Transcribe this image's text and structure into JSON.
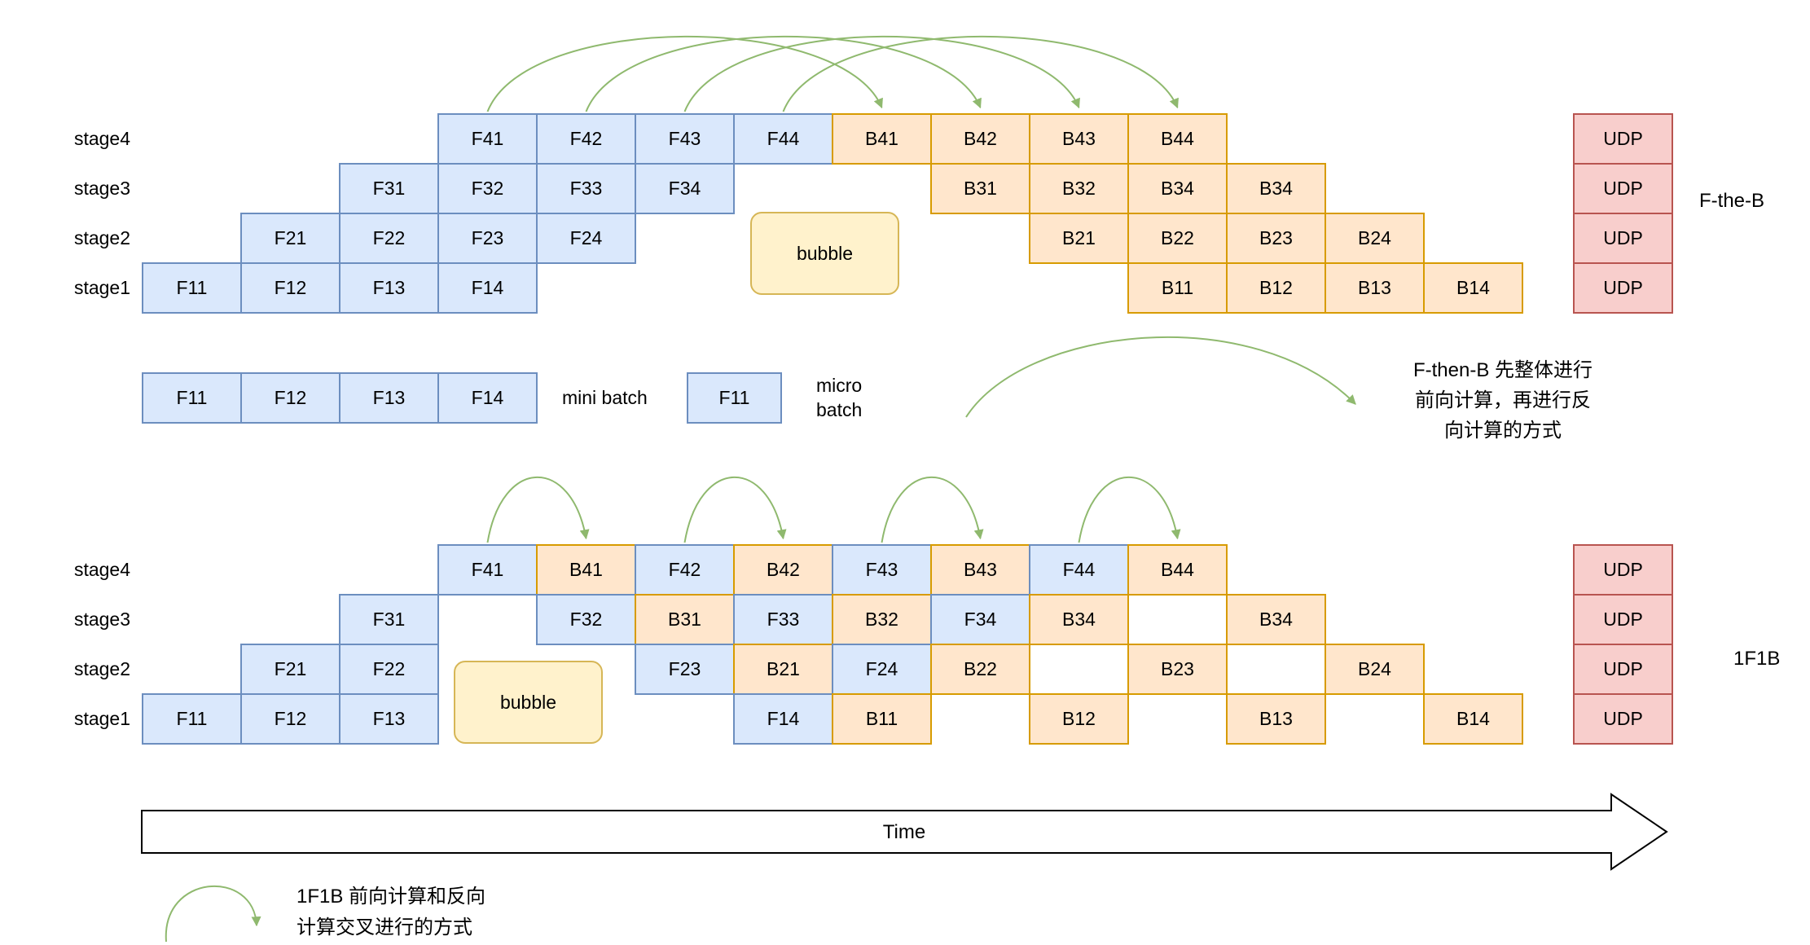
{
  "colors": {
    "forward_fill": "#dae8fc",
    "forward_stroke": "#6c8ebf",
    "backward_fill": "#ffe6cc",
    "backward_stroke": "#d79b00",
    "bubble_fill": "#fff2cc",
    "bubble_stroke": "#d6b656",
    "udp_fill": "#f8cecc",
    "udp_stroke": "#b85450",
    "arrow_green": "#8fb96e",
    "background": "#ffffff",
    "text": "#000000"
  },
  "stages": [
    "stage4",
    "stage3",
    "stage2",
    "stage1"
  ],
  "f_then_b": {
    "side_label": "F-the-B",
    "udp_label": "UDP",
    "bubble_label": "bubble",
    "cells": [
      {
        "row": 0,
        "col": 3,
        "label": "F41",
        "type": "F"
      },
      {
        "row": 0,
        "col": 4,
        "label": "F42",
        "type": "F"
      },
      {
        "row": 0,
        "col": 5,
        "label": "F43",
        "type": "F"
      },
      {
        "row": 0,
        "col": 6,
        "label": "F44",
        "type": "F"
      },
      {
        "row": 0,
        "col": 7,
        "label": "B41",
        "type": "B"
      },
      {
        "row": 0,
        "col": 8,
        "label": "B42",
        "type": "B"
      },
      {
        "row": 0,
        "col": 9,
        "label": "B43",
        "type": "B"
      },
      {
        "row": 0,
        "col": 10,
        "label": "B44",
        "type": "B"
      },
      {
        "row": 1,
        "col": 2,
        "label": "F31",
        "type": "F"
      },
      {
        "row": 1,
        "col": 3,
        "label": "F32",
        "type": "F"
      },
      {
        "row": 1,
        "col": 4,
        "label": "F33",
        "type": "F"
      },
      {
        "row": 1,
        "col": 5,
        "label": "F34",
        "type": "F"
      },
      {
        "row": 1,
        "col": 8,
        "label": "B31",
        "type": "B"
      },
      {
        "row": 1,
        "col": 9,
        "label": "B32",
        "type": "B"
      },
      {
        "row": 1,
        "col": 10,
        "label": "B34",
        "type": "B"
      },
      {
        "row": 1,
        "col": 11,
        "label": "B34",
        "type": "B"
      },
      {
        "row": 2,
        "col": 1,
        "label": "F21",
        "type": "F"
      },
      {
        "row": 2,
        "col": 2,
        "label": "F22",
        "type": "F"
      },
      {
        "row": 2,
        "col": 3,
        "label": "F23",
        "type": "F"
      },
      {
        "row": 2,
        "col": 4,
        "label": "F24",
        "type": "F"
      },
      {
        "row": 2,
        "col": 9,
        "label": "B21",
        "type": "B"
      },
      {
        "row": 2,
        "col": 10,
        "label": "B22",
        "type": "B"
      },
      {
        "row": 2,
        "col": 11,
        "label": "B23",
        "type": "B"
      },
      {
        "row": 2,
        "col": 12,
        "label": "B24",
        "type": "B"
      },
      {
        "row": 3,
        "col": 0,
        "label": "F11",
        "type": "F"
      },
      {
        "row": 3,
        "col": 1,
        "label": "F12",
        "type": "F"
      },
      {
        "row": 3,
        "col": 2,
        "label": "F13",
        "type": "F"
      },
      {
        "row": 3,
        "col": 3,
        "label": "F14",
        "type": "F"
      },
      {
        "row": 3,
        "col": 10,
        "label": "B11",
        "type": "B"
      },
      {
        "row": 3,
        "col": 11,
        "label": "B12",
        "type": "B"
      },
      {
        "row": 3,
        "col": 12,
        "label": "B13",
        "type": "B"
      },
      {
        "row": 3,
        "col": 13,
        "label": "B14",
        "type": "B"
      }
    ],
    "arcs": [
      {
        "from": "F41",
        "to": "B41"
      },
      {
        "from": "F42",
        "to": "B42"
      },
      {
        "from": "F43",
        "to": "B43"
      },
      {
        "from": "F44",
        "to": "B44"
      }
    ]
  },
  "one_f_one_b": {
    "side_label": "1F1B",
    "udp_label": "UDP",
    "bubble_label": "bubble",
    "cells": [
      {
        "row": 0,
        "col": 3,
        "label": "F41",
        "type": "F"
      },
      {
        "row": 0,
        "col": 4,
        "label": "B41",
        "type": "B"
      },
      {
        "row": 0,
        "col": 5,
        "label": "F42",
        "type": "F"
      },
      {
        "row": 0,
        "col": 6,
        "label": "B42",
        "type": "B"
      },
      {
        "row": 0,
        "col": 7,
        "label": "F43",
        "type": "F"
      },
      {
        "row": 0,
        "col": 8,
        "label": "B43",
        "type": "B"
      },
      {
        "row": 0,
        "col": 9,
        "label": "F44",
        "type": "F"
      },
      {
        "row": 0,
        "col": 10,
        "label": "B44",
        "type": "B"
      },
      {
        "row": 1,
        "col": 2,
        "label": "F31",
        "type": "F"
      },
      {
        "row": 1,
        "col": 4,
        "label": "F32",
        "type": "F"
      },
      {
        "row": 1,
        "col": 5,
        "label": "B31",
        "type": "B"
      },
      {
        "row": 1,
        "col": 6,
        "label": "F33",
        "type": "F"
      },
      {
        "row": 1,
        "col": 7,
        "label": "B32",
        "type": "B"
      },
      {
        "row": 1,
        "col": 8,
        "label": "F34",
        "type": "F"
      },
      {
        "row": 1,
        "col": 9,
        "label": "B34",
        "type": "B"
      },
      {
        "row": 1,
        "col": 11,
        "label": "B34",
        "type": "B"
      },
      {
        "row": 2,
        "col": 1,
        "label": "F21",
        "type": "F"
      },
      {
        "row": 2,
        "col": 2,
        "label": "F22",
        "type": "F"
      },
      {
        "row": 2,
        "col": 5,
        "label": "F23",
        "type": "F"
      },
      {
        "row": 2,
        "col": 6,
        "label": "B21",
        "type": "B"
      },
      {
        "row": 2,
        "col": 7,
        "label": "F24",
        "type": "F"
      },
      {
        "row": 2,
        "col": 8,
        "label": "B22",
        "type": "B"
      },
      {
        "row": 2,
        "col": 10,
        "label": "B23",
        "type": "B"
      },
      {
        "row": 2,
        "col": 12,
        "label": "B24",
        "type": "B"
      },
      {
        "row": 3,
        "col": 0,
        "label": "F11",
        "type": "F"
      },
      {
        "row": 3,
        "col": 1,
        "label": "F12",
        "type": "F"
      },
      {
        "row": 3,
        "col": 2,
        "label": "F13",
        "type": "F"
      },
      {
        "row": 3,
        "col": 6,
        "label": "F14",
        "type": "F"
      },
      {
        "row": 3,
        "col": 7,
        "label": "B11",
        "type": "B"
      },
      {
        "row": 3,
        "col": 9,
        "label": "B12",
        "type": "B"
      },
      {
        "row": 3,
        "col": 11,
        "label": "B13",
        "type": "B"
      },
      {
        "row": 3,
        "col": 13,
        "label": "B14",
        "type": "B"
      }
    ],
    "arcs": [
      {
        "from": "F41",
        "to": "B41"
      },
      {
        "from": "F42",
        "to": "B42"
      },
      {
        "from": "F43",
        "to": "B43"
      },
      {
        "from": "F44",
        "to": "B44"
      }
    ]
  },
  "legend": {
    "mini_batch": {
      "cells": [
        "F11",
        "F12",
        "F13",
        "F14"
      ],
      "label": "mini batch"
    },
    "micro_batch": {
      "cell": "F11",
      "label": "micro\nbatch"
    }
  },
  "notes": {
    "f_then_b": "F-then-B 先整体进行\n前向计算，再进行反\n向计算的方式",
    "one_f_one_b": "1F1B 前向计算和反向\n计算交叉进行的方式"
  },
  "time_label": "Time"
}
